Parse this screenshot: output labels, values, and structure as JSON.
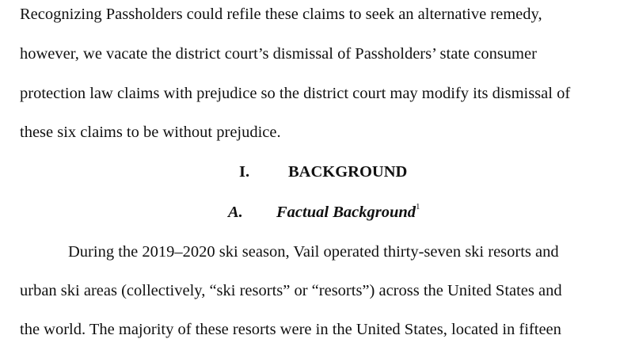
{
  "document": {
    "intro_lines": [
      "Recognizing Passholders could refile these claims to seek an alternative remedy,",
      "however, we vacate the district court’s dismissal of Passholders’ state consumer",
      "protection law claims with prejudice so the district court may modify its dismissal of",
      "these six claims to be without prejudice."
    ],
    "section_heading": {
      "number": "I.",
      "title": "BACKGROUND"
    },
    "subsection_heading": {
      "letter": "A.",
      "title": "Factual Background",
      "footnote_ref": "1"
    },
    "body_lines": [
      "During the 2019–2020 ski season, Vail operated thirty-seven ski resorts and",
      "urban ski areas (collectively, “ski resorts” or “resorts”) across the United States and",
      "the world. The majority of these resorts were in the United States, located in fifteen"
    ]
  }
}
